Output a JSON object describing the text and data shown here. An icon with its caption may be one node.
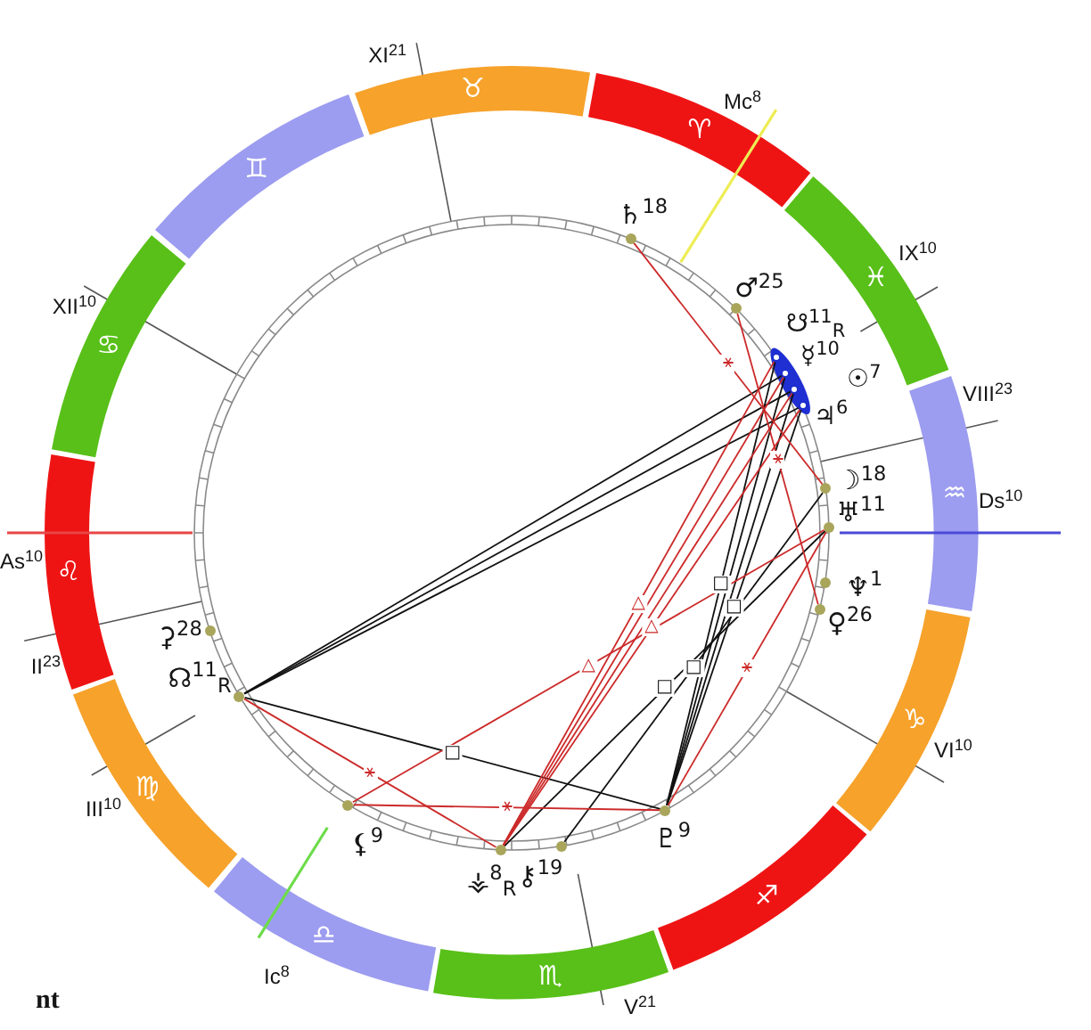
{
  "diagram": {
    "nodes": [
      {
        "text": [
          "♉"
        ]
      },
      {
        "text": [
          "♈"
        ]
      },
      {
        "text": [
          "♓"
        ]
      },
      {
        "text": [
          "♒"
        ]
      },
      {
        "text": [
          "♑"
        ]
      },
      {
        "text": [
          "♐"
        ]
      },
      {
        "text": [
          "♏"
        ]
      },
      {
        "text": [
          "♎"
        ]
      },
      {
        "text": [
          "♍"
        ]
      },
      {
        "text": [
          "♌"
        ]
      },
      {
        "text": [
          "♋"
        ]
      },
      {
        "text": [
          "♊"
        ]
      },
      {
        "text": [],
        "shape": "circle",
        "beside": [
          "♄$^{18}$"
        ]
      },
      {
        "text": [],
        "shape": "circle",
        "beside": [
          "♂$^{25}$"
        ]
      },
      {
        "text": [],
        "shape": "circle"
      },
      {
        "text": [],
        "shape": "circle",
        "beside": [
          "☿$^{10}$"
        ]
      },
      {
        "text": [],
        "shape": "circle"
      },
      {
        "text": [],
        "shape": "circle",
        "beside": [
          "♃$^{6}$"
        ]
      },
      {
        "text": [],
        "shape": "circle",
        "beside": [
          "☽$^{18}$"
        ]
      },
      {
        "text": [],
        "shape": "circle",
        "beside": [
          "♅$^{11}$"
        ]
      },
      {
        "text": [],
        "shape": "circle",
        "beside": [
          "♆$^{1}$"
        ]
      },
      {
        "text": [],
        "shape": "circle",
        "beside": [
          "♀$^{26}$"
        ]
      },
      {
        "text": [],
        "shape": "circle",
        "beside": [
          "⚳$^{28}$"
        ]
      },
      {
        "text": [],
        "shape": "circle",
        "beside": [
          "☊$^{11}$$_{R}$"
        ]
      },
      {
        "text": [],
        "shape": "circle",
        "beside": [
          "⚸$^{9}$"
        ]
      },
      {
        "text": [],
        "shape": "circle",
        "beside": [
          "♇$^{9}$"
        ]
      },
      {
        "text": [],
        "shape": "circle",
        "beside": [
          "⚶$^{8}$$_{R}$"
        ]
      },
      {
        "text": [],
        "shape": "circle",
        "beside": [
          "⚷$^{19}$"
        ]
      }
    ],
    "edges": [
      {
        "from": 23,
        "to": 15,
        "arrow": "none"
      },
      {
        "from": 23,
        "to": 16,
        "arrow": "none"
      },
      {
        "from": 23,
        "to": 17,
        "arrow": "none"
      },
      {
        "from": 23,
        "to": 25,
        "arrow": "none",
        "label": "□"
      },
      {
        "from": 25,
        "to": 14,
        "arrow": "none",
        "label": "□"
      },
      {
        "from": 25,
        "to": 15,
        "arrow": "none"
      },
      {
        "from": 25,
        "to": 16,
        "arrow": "none"
      },
      {
        "from": 25,
        "to": 17,
        "arrow": "none",
        "label": "□"
      },
      {
        "from": 26,
        "to": 19,
        "arrow": "none",
        "label": "□"
      },
      {
        "from": 27,
        "to": 18,
        "arrow": "none",
        "label": "□"
      },
      {
        "from": 23,
        "to": 26,
        "arrow": "none",
        "label": "⚹",
        "color": "#cc2a2a"
      },
      {
        "from": 24,
        "to": 25,
        "arrow": "none",
        "label": "⚹",
        "color": "#cc2a2a"
      },
      {
        "from": 24,
        "to": 19,
        "arrow": "none",
        "label": "△",
        "color": "#cc2a2a"
      },
      {
        "from": 26,
        "to": 14,
        "arrow": "none",
        "label": "△",
        "color": "#cc2a2a"
      },
      {
        "from": 26,
        "to": 15,
        "arrow": "none",
        "color": "#cc2a2a"
      },
      {
        "from": 26,
        "to": 16,
        "arrow": "none",
        "color": "#cc2a2a"
      },
      {
        "from": 26,
        "to": 17,
        "arrow": "none",
        "label": "△",
        "color": "#cc2a2a"
      },
      {
        "from": 12,
        "to": 18,
        "arrow": "none",
        "label": "⚹",
        "color": "#cc2a2a"
      },
      {
        "from": 13,
        "to": 21,
        "arrow": "none",
        "label": "⚹",
        "color": "#cc2a2a"
      },
      {
        "from": 25,
        "to": 19,
        "arrow": "none",
        "label": "⚹",
        "color": "#cc2a2a"
      }
    ],
    "labels": [
      "XI$^{21}$",
      "Mc$^{8}$",
      "IX$^{10}$",
      "XII$^{10}$",
      "☋$^{11}$$_{R}$",
      "☉$^{7}$",
      "VIII$^{23}$",
      "Ds$^{10}$",
      "As$^{10}$",
      "II$^{23}$",
      "VI$^{10}$",
      "III$^{10}$",
      "Ic$^{8}$",
      "nt",
      "V$^{21}$"
    ]
  }
}
